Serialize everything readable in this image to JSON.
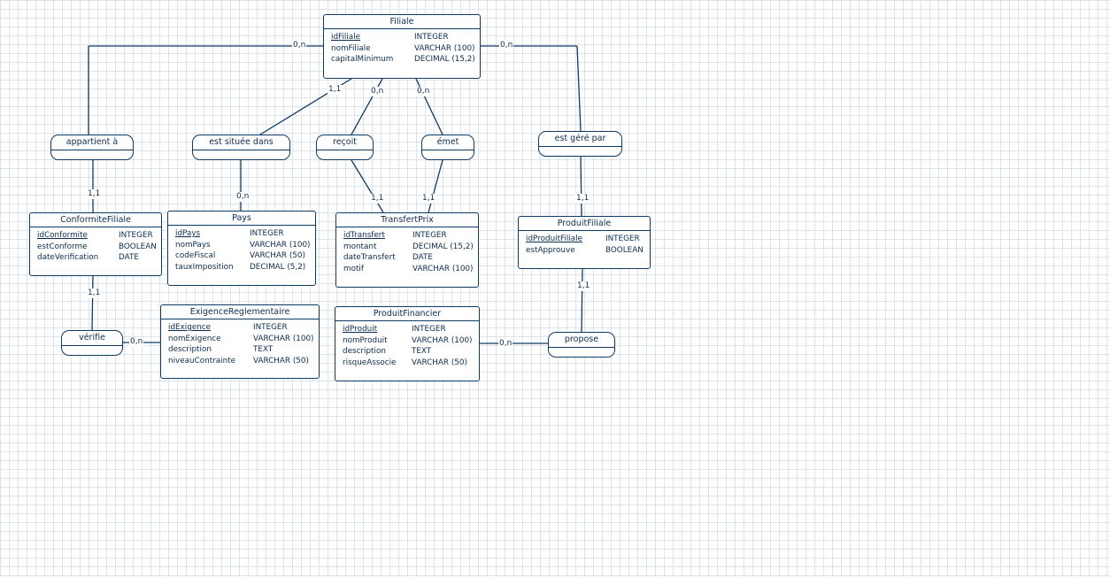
{
  "entities": [
    {
      "id": "filiale",
      "title": "Filiale",
      "fields": [
        {
          "name": "idFiliale",
          "type": "INTEGER",
          "pk": true
        },
        {
          "name": "nomFiliale",
          "type": "VARCHAR (100)"
        },
        {
          "name": "capitalMinimum",
          "type": "DECIMAL (15,2)"
        }
      ]
    },
    {
      "id": "conformite",
      "title": "ConformiteFiliale",
      "fields": [
        {
          "name": "idConformite",
          "type": "INTEGER",
          "pk": true
        },
        {
          "name": "estConforme",
          "type": "BOOLEAN"
        },
        {
          "name": "dateVerification",
          "type": "DATE"
        }
      ]
    },
    {
      "id": "pays",
      "title": "Pays",
      "fields": [
        {
          "name": "idPays",
          "type": "INTEGER",
          "pk": true
        },
        {
          "name": "nomPays",
          "type": "VARCHAR (100)"
        },
        {
          "name": "codeFiscal",
          "type": "VARCHAR (50)"
        },
        {
          "name": "tauxImposition",
          "type": "DECIMAL (5,2)"
        }
      ]
    },
    {
      "id": "transfert",
      "title": "TransfertPrix",
      "fields": [
        {
          "name": "idTransfert",
          "type": "INTEGER",
          "pk": true
        },
        {
          "name": "montant",
          "type": "DECIMAL (15,2)"
        },
        {
          "name": "dateTransfert",
          "type": "DATE"
        },
        {
          "name": "motif",
          "type": "VARCHAR (100)"
        }
      ]
    },
    {
      "id": "produitfiliale",
      "title": "ProduitFiliale",
      "fields": [
        {
          "name": "idProduitFiliale",
          "type": "INTEGER",
          "pk": true
        },
        {
          "name": "estApprouve",
          "type": "BOOLEAN"
        }
      ]
    },
    {
      "id": "exigence",
      "title": "ExigenceReglementaire",
      "fields": [
        {
          "name": "idExigence",
          "type": "INTEGER",
          "pk": true
        },
        {
          "name": "nomExigence",
          "type": "VARCHAR (100)"
        },
        {
          "name": "description",
          "type": "TEXT"
        },
        {
          "name": "niveauContrainte",
          "type": "VARCHAR (50)"
        }
      ]
    },
    {
      "id": "produitfinancier",
      "title": "ProduitFinancier",
      "fields": [
        {
          "name": "idProduit",
          "type": "INTEGER",
          "pk": true
        },
        {
          "name": "nomProduit",
          "type": "VARCHAR (100)"
        },
        {
          "name": "description",
          "type": "TEXT"
        },
        {
          "name": "risqueAssocie",
          "type": "VARCHAR (50)"
        }
      ]
    }
  ],
  "associations": [
    {
      "id": "appartient",
      "label": "appartient à"
    },
    {
      "id": "situee",
      "label": "est située dans"
    },
    {
      "id": "recoit",
      "label": "reçoit"
    },
    {
      "id": "emet",
      "label": "émet"
    },
    {
      "id": "gere",
      "label": "est géré par"
    },
    {
      "id": "verifie",
      "label": "vérifie"
    },
    {
      "id": "propose",
      "label": "propose"
    }
  ],
  "cardinalities": [
    {
      "id": "c-filiale-appartient",
      "value": "0,n"
    },
    {
      "id": "c-filiale-situee",
      "value": "1,1"
    },
    {
      "id": "c-filiale-recoit",
      "value": "0,n"
    },
    {
      "id": "c-filiale-emet",
      "value": "0,n"
    },
    {
      "id": "c-filiale-gere",
      "value": "0,n"
    },
    {
      "id": "c-conformite-appartient",
      "value": "1,1"
    },
    {
      "id": "c-pays-situee",
      "value": "0,n"
    },
    {
      "id": "c-transfert-recoit",
      "value": "1,1"
    },
    {
      "id": "c-transfert-emet",
      "value": "1,1"
    },
    {
      "id": "c-produitfiliale-gere",
      "value": "1,1"
    },
    {
      "id": "c-conformite-verifie",
      "value": "1,1"
    },
    {
      "id": "c-exigence-verifie",
      "value": "0,n"
    },
    {
      "id": "c-produitfiliale-propose",
      "value": "1,1"
    },
    {
      "id": "c-produitfinancier-propose",
      "value": "0,n"
    }
  ]
}
